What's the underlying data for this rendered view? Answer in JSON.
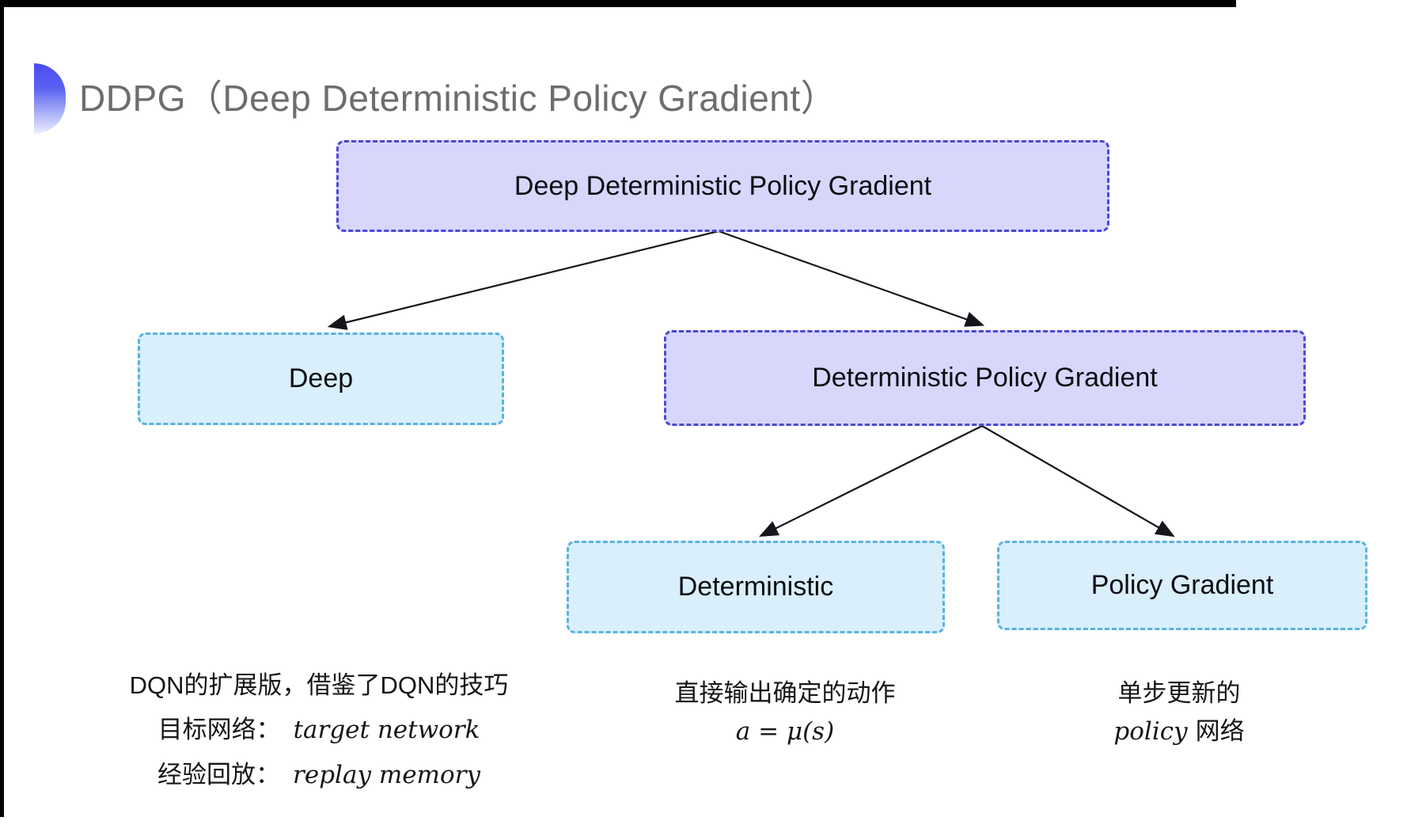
{
  "title": "DDPG（Deep Deterministic Policy Gradient）",
  "diagram": {
    "root": {
      "label": "Deep Deterministic Policy Gradient"
    },
    "level2": [
      {
        "label": "Deep"
      },
      {
        "label": "Deterministic Policy Gradient"
      }
    ],
    "level3": [
      {
        "label": "Deterministic"
      },
      {
        "label": "Policy Gradient"
      }
    ]
  },
  "notes": {
    "dqn": {
      "line1": "DQN的扩展版，借鉴了DQN的技巧",
      "target_label": "目标网络：",
      "target_term": "target network",
      "replay_label": "经验回放：",
      "replay_term": "replay memory"
    },
    "deterministic": {
      "line1": "直接输出确定的动作",
      "formula": "a = μ(s)"
    },
    "policy": {
      "line1": "单步更新的",
      "term": "policy",
      "suffix": "网络"
    }
  },
  "colors": {
    "purple_node_fill": "#d8d6fb",
    "purple_node_border": "#4b48d6",
    "cyan_node_fill": "#d9effb",
    "cyan_node_border": "#59b3de",
    "title_gray": "#6d6d6d",
    "bullet_blue": "#4a4cf0",
    "arrow_black": "#15151c"
  }
}
